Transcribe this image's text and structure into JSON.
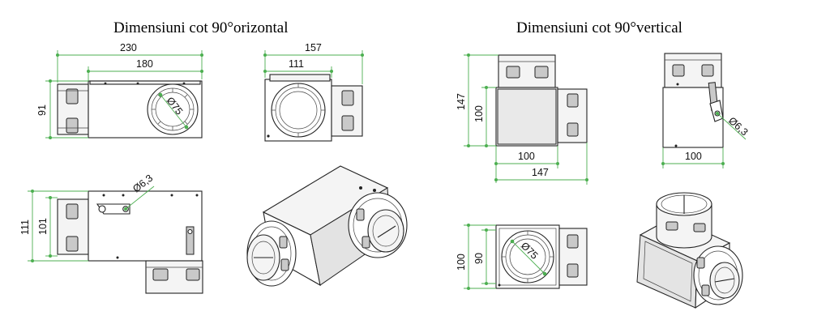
{
  "titles": {
    "horizontal": "Dimensiuni cot 90°orizontal",
    "vertical": "Dimensiuni cot 90°vertical"
  },
  "dimensions": {
    "h_front_width_total": "230",
    "h_front_width_body": "180",
    "h_front_height": "91",
    "h_front_diameter": "Ø75",
    "h_side_width_total": "157",
    "h_side_width_body": "111",
    "h_bottom_hole": "Ø6,3",
    "h_bottom_height_total": "111",
    "h_bottom_height_body": "101",
    "v_front_height_total": "147",
    "v_front_height_body": "100",
    "v_front_width_body": "100",
    "v_front_width_total": "147",
    "v_side_hole": "Ø6,3",
    "v_side_width": "100",
    "v_bottom_height_total": "100",
    "v_bottom_height_body": "90",
    "v_bottom_diameter": "Ø75"
  },
  "colors": {
    "dimension_line": "#4caf50",
    "outline": "#222222",
    "text": "#111111"
  }
}
